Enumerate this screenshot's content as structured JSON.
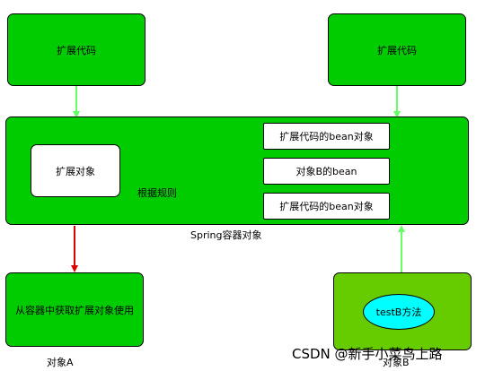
{
  "nodes": {
    "ext_code_left": "扩展代码",
    "ext_code_right": "扩展代码",
    "container_label": "Spring容器对象",
    "ext_object": "扩展对象",
    "rule_label": "根据规则",
    "bean_top": "扩展代码的bean对象",
    "bean_b": "对象B的bean",
    "bean_bottom": "扩展代码的bean对象",
    "obtain_use": "从容器中获取扩展对象使用",
    "object_a": "对象A",
    "testb_method": "testB方法",
    "object_b": "对象B"
  },
  "watermark": "CSDN @新手小菜鸟上路",
  "colors": {
    "box_green": "#00cc00",
    "box_lime": "#66cc00",
    "ellipse_cyan": "#00ffff",
    "arrow_light_green": "#66ff66",
    "arrow_red": "#dd0000",
    "connector_orange": "#ffb266"
  }
}
